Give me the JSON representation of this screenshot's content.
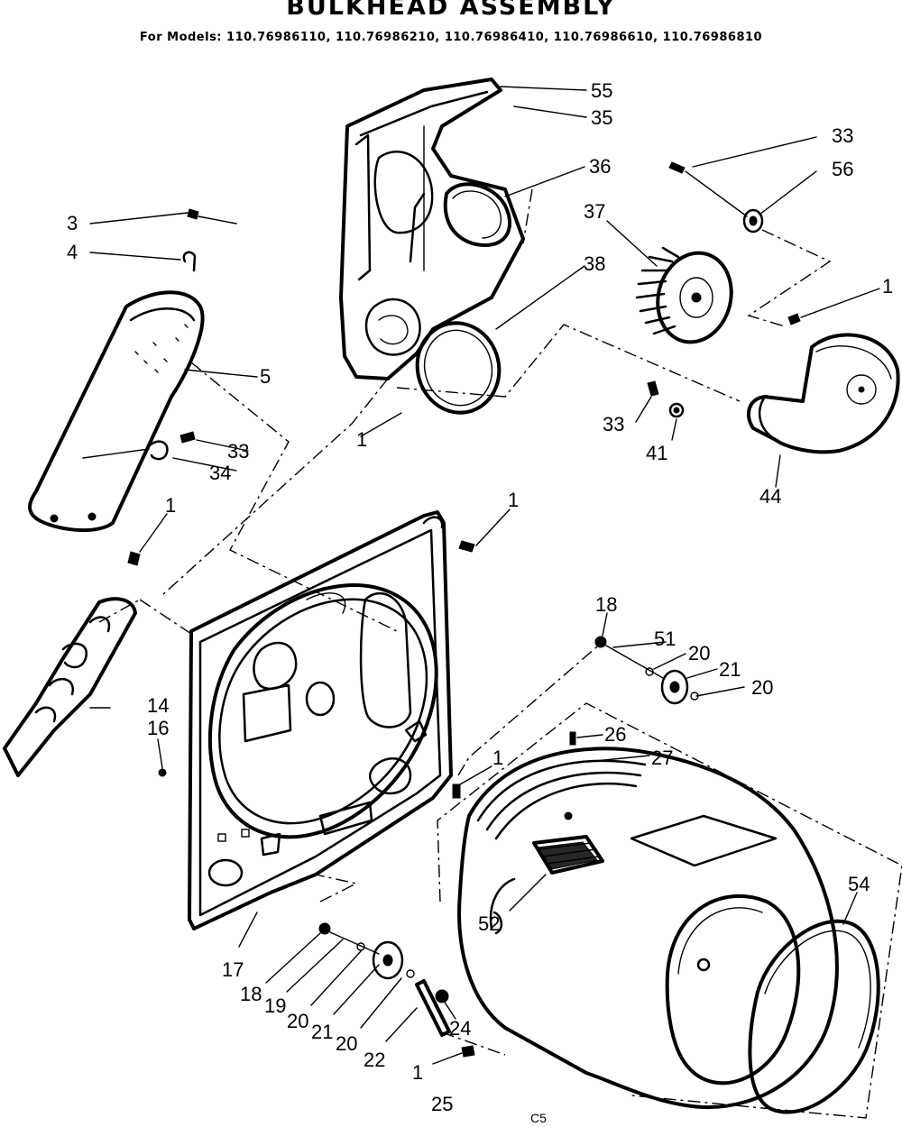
{
  "title": "BULKHEAD ASSEMBLY",
  "models_line": "For Models: 110.76986110, 110.76986210, 110.76986410, 110.76986610, 110.76986810",
  "sheet_code": "C5",
  "callouts": [
    {
      "id": "c55",
      "label": "55"
    },
    {
      "id": "c35",
      "label": "35"
    },
    {
      "id": "c36",
      "label": "36"
    },
    {
      "id": "c33a",
      "label": "33"
    },
    {
      "id": "c56",
      "label": "56"
    },
    {
      "id": "c37",
      "label": "37"
    },
    {
      "id": "c38",
      "label": "38"
    },
    {
      "id": "c1a",
      "label": "1"
    },
    {
      "id": "c3",
      "label": "3"
    },
    {
      "id": "c4",
      "label": "4"
    },
    {
      "id": "c5",
      "label": "5"
    },
    {
      "id": "c1b",
      "label": "1"
    },
    {
      "id": "c33b",
      "label": "33"
    },
    {
      "id": "c41",
      "label": "41"
    },
    {
      "id": "c44",
      "label": "44"
    },
    {
      "id": "c33c",
      "label": "33"
    },
    {
      "id": "c34",
      "label": "34"
    },
    {
      "id": "c1c",
      "label": "1"
    },
    {
      "id": "c1d",
      "label": "1"
    },
    {
      "id": "c18a",
      "label": "18"
    },
    {
      "id": "c51",
      "label": "51"
    },
    {
      "id": "c20a",
      "label": "20"
    },
    {
      "id": "c21a",
      "label": "21"
    },
    {
      "id": "c20b",
      "label": "20"
    },
    {
      "id": "c14",
      "label": "14"
    },
    {
      "id": "c16",
      "label": "16"
    },
    {
      "id": "c26",
      "label": "26"
    },
    {
      "id": "c27",
      "label": "27"
    },
    {
      "id": "c1e",
      "label": "1"
    },
    {
      "id": "c54",
      "label": "54"
    },
    {
      "id": "c52",
      "label": "52"
    },
    {
      "id": "c17",
      "label": "17"
    },
    {
      "id": "c18b",
      "label": "18"
    },
    {
      "id": "c19",
      "label": "19"
    },
    {
      "id": "c20c",
      "label": "20"
    },
    {
      "id": "c21b",
      "label": "21"
    },
    {
      "id": "c20d",
      "label": "20"
    },
    {
      "id": "c22",
      "label": "22"
    },
    {
      "id": "c24",
      "label": "24"
    },
    {
      "id": "c1f",
      "label": "1"
    },
    {
      "id": "c25",
      "label": "25"
    }
  ]
}
